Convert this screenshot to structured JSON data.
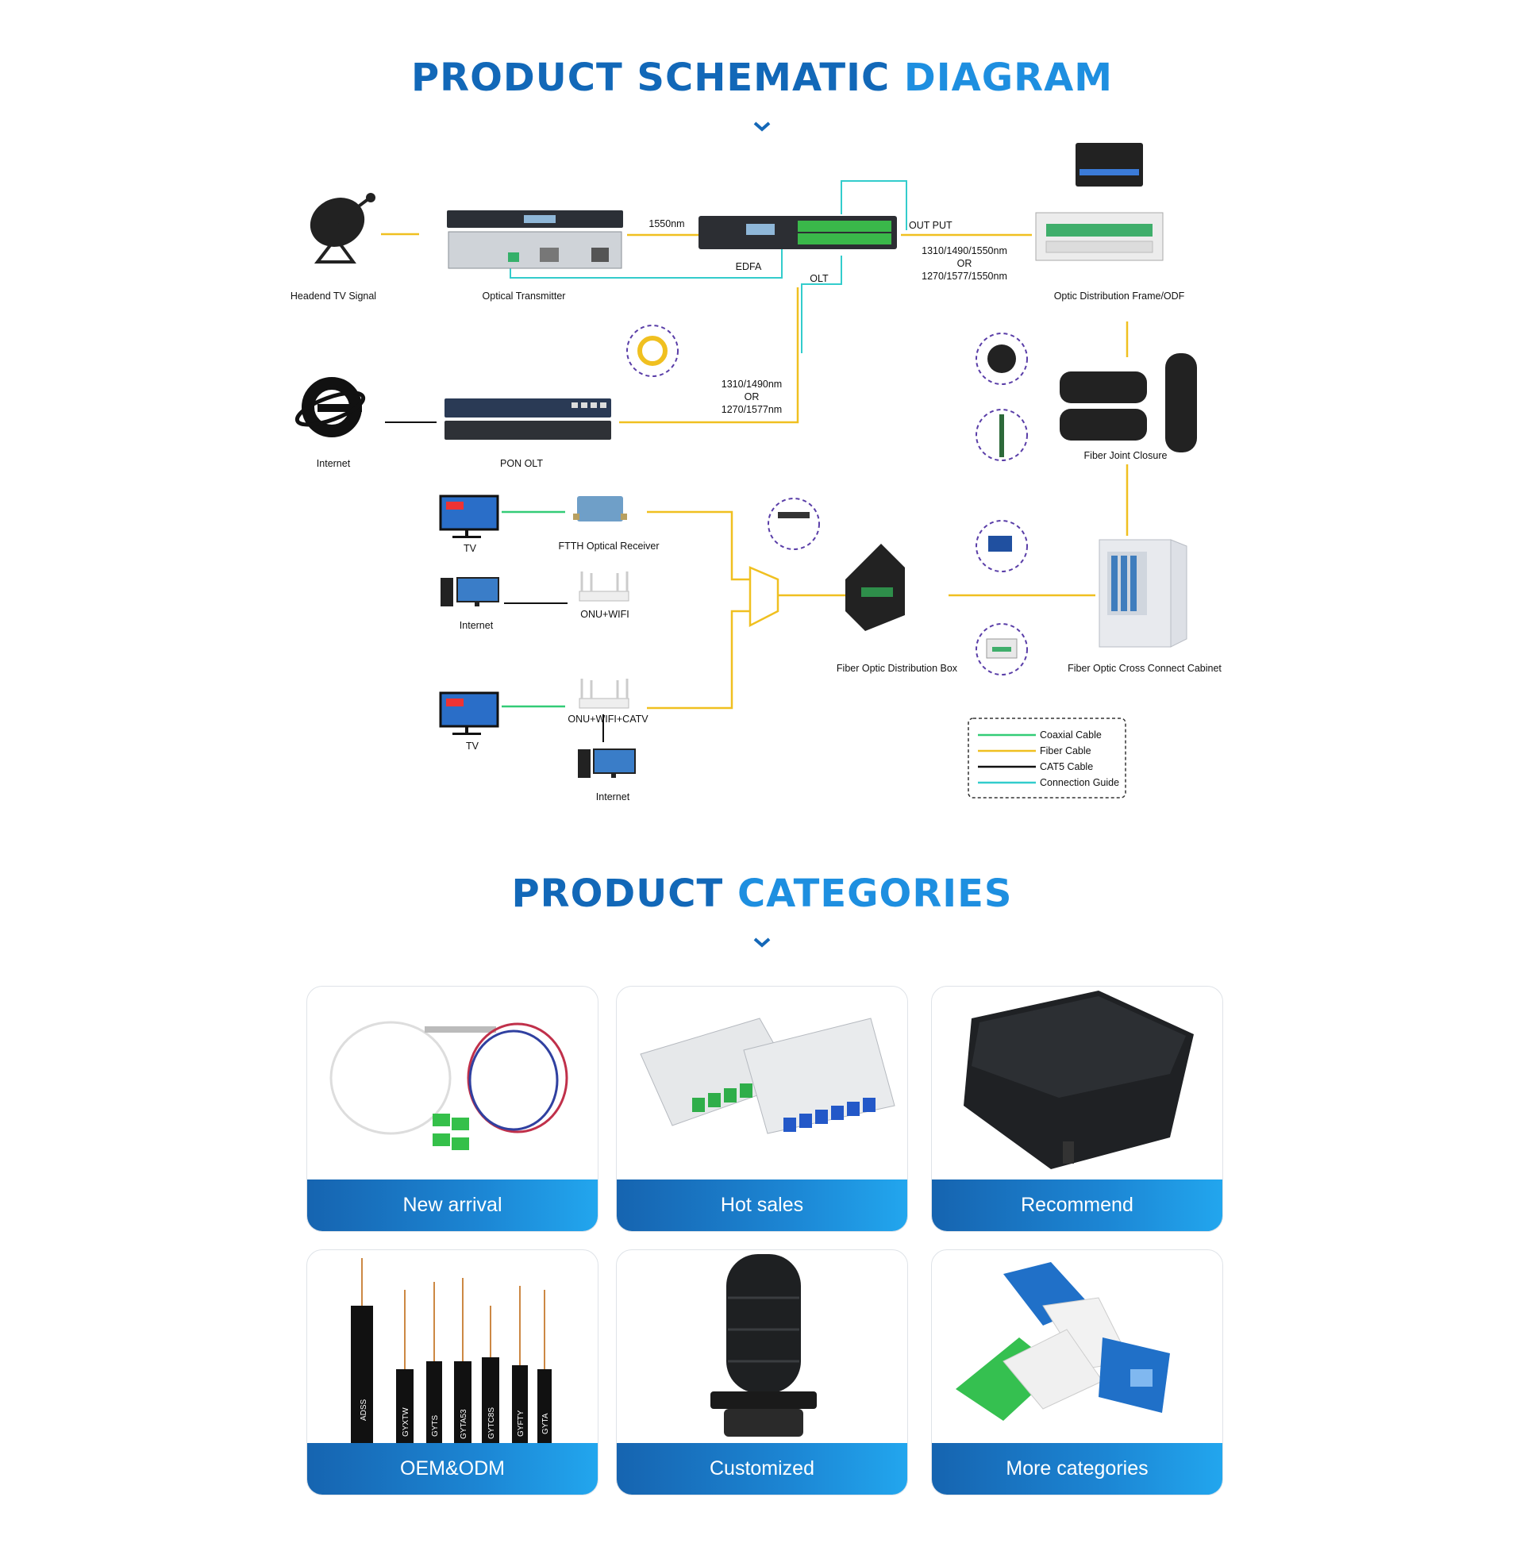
{
  "headings": {
    "schematic_part1": "PRODUCT SCHEMATIC",
    "schematic_part2": "DIAGRAM",
    "categories_part1": "PRODUCT",
    "categories_part2": "CATEGORIES"
  },
  "diagram": {
    "nodes": {
      "headend": "Headend TV Signal",
      "optical_transmitter": "Optical Transmitter",
      "edfa": "EDFA",
      "odf": "Optic Distribution Frame/ODF",
      "internet_top": "Internet",
      "pon_olt": "PON OLT",
      "fiber_joint_closure": "Fiber Joint Closure",
      "tv_1": "TV",
      "ftth_receiver": "FTTH Optical Receiver",
      "internet_mid": "Internet",
      "onu_wifi": "ONU+WIFI",
      "distribution_box": "Fiber Optic Distribution Box",
      "cross_connect_cabinet": "Fiber Optic Cross Connect Cabinet",
      "tv_2": "TV",
      "onu_wifi_catv": "ONU+WIFI+CATV",
      "internet_bottom": "Internet"
    },
    "link_labels": {
      "wl_1550": "1550nm",
      "output": "OUT PUT",
      "olt": "OLT",
      "wl_out_1": "1310/1490/1550nm",
      "wl_out_or": "OR",
      "wl_out_2": "1270/1577/1550nm",
      "wl_olt_1": "1310/1490nm",
      "wl_olt_or": "OR",
      "wl_olt_2": "1270/1577nm"
    },
    "legend": [
      {
        "label": "Coaxial Cable",
        "color": "#33cc77"
      },
      {
        "label": "Fiber Cable",
        "color": "#f0c020"
      },
      {
        "label": "CAT5 Cable",
        "color": "#111111"
      },
      {
        "label": "Connection Guide",
        "color": "#33cccc"
      }
    ],
    "colors": {
      "fiber": "#f0c020",
      "coaxial": "#33cc77",
      "cat5": "#111111",
      "guide": "#33cccc",
      "accessory_ring": "#5a3ea8"
    }
  },
  "categories": [
    {
      "label": "New arrival",
      "icon": "plc-splitter-image"
    },
    {
      "label": "Hot sales",
      "icon": "plc-cassette-image"
    },
    {
      "label": "Recommend",
      "icon": "distribution-box-image"
    },
    {
      "label": "OEM&ODM",
      "icon": "fiber-cables-image"
    },
    {
      "label": "Customized",
      "icon": "dome-closure-image"
    },
    {
      "label": "More categories",
      "icon": "fast-connector-image"
    }
  ],
  "cable_labels": [
    "ADSS",
    "GYXTW",
    "GYTS",
    "GYTA53",
    "GYTC8S",
    "GYFTY",
    "GYTA"
  ]
}
